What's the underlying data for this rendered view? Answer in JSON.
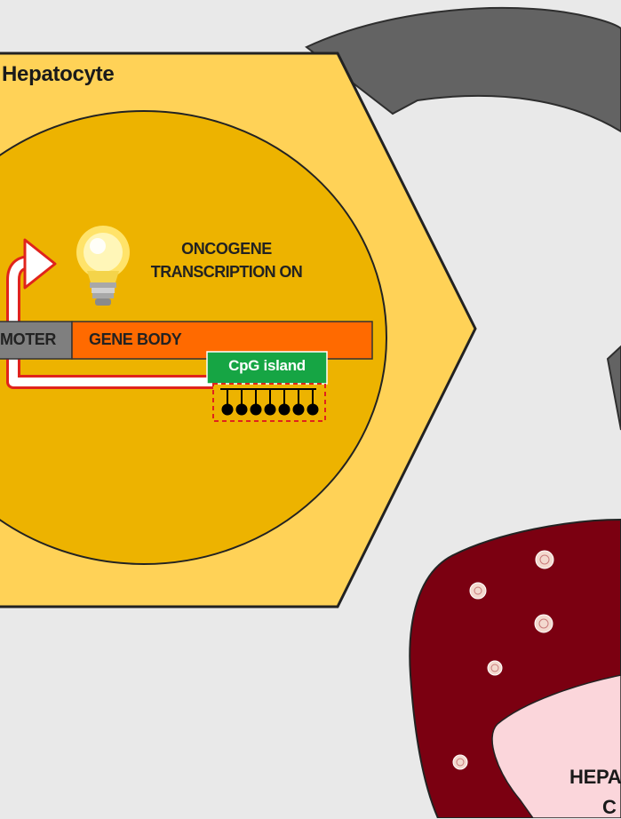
{
  "title": "Hepatocyte",
  "oncogene_line1": "ONCOGENE",
  "oncogene_line2": "TRANSCRIPTION ON",
  "promoter": "MOTER",
  "gene_body": "GENE BODY",
  "cpg_island": "CpG island",
  "hepatic_line1": "HEPA",
  "hepatic_line2": "C",
  "colors": {
    "background": "#e9e9e9",
    "hexagon": "#ffd257",
    "nucleus": "#edb300",
    "promoter_bar": "#7f7f7f",
    "gene_body_bar": "#ff6a00",
    "cpg_box": "#16a544",
    "liver": "#7b0011",
    "arrow": "#636363"
  },
  "icons": [
    "lightbulb-icon",
    "transcription-arrow-icon",
    "methyl-group-icon",
    "liver-illustration"
  ]
}
